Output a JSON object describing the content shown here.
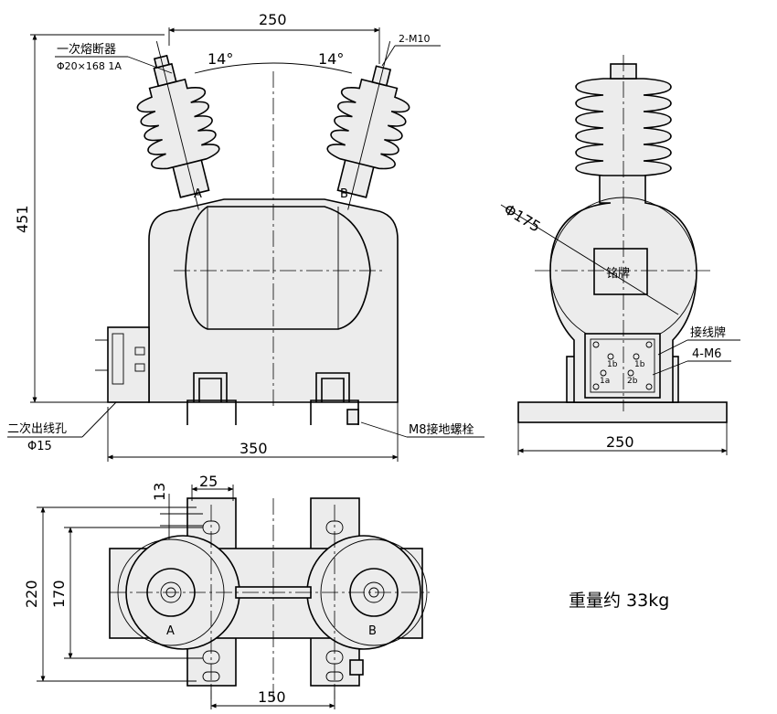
{
  "front_view": {
    "dim_top": "250",
    "dim_height": "451",
    "dim_bottom": "350",
    "angle_left": "14°",
    "angle_right": "14°",
    "fuse_title": "一次熔断器",
    "fuse_spec": "Φ20×168  1A",
    "terminal_bolt": "2-M10",
    "terminal_a": "A",
    "terminal_b": "B",
    "secondary_outlet": "二次出线孔",
    "secondary_outlet_dia": "Φ15",
    "grounding_bolt": "M8接地螺栓"
  },
  "side_view": {
    "diameter": "Φ175",
    "nameplate": "铭牌",
    "terminal_board": "接线牌",
    "board_screws": "4-M6",
    "dim_base": "250",
    "terminals": [
      "1b",
      "1b",
      "1a",
      "2b"
    ]
  },
  "top_view": {
    "dim_25": "25",
    "dim_13": "13",
    "dim_220": "220",
    "dim_170": "170",
    "dim_150": "150",
    "label_a": "A",
    "label_b": "B"
  },
  "weight": "重量约 33kg"
}
